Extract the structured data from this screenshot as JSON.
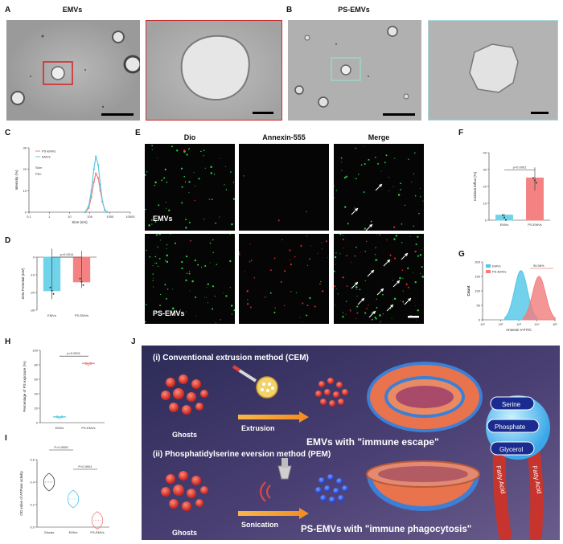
{
  "panels": {
    "A": {
      "label": "A",
      "title": "EMVs"
    },
    "B": {
      "label": "B",
      "title": "PS-EMVs"
    },
    "C": {
      "label": "C"
    },
    "D": {
      "label": "D"
    },
    "E": {
      "label": "E",
      "columns": [
        "Dio",
        "Annexin-555",
        "Merge"
      ],
      "rows": [
        "EMVs",
        "PS-EMVs"
      ]
    },
    "F": {
      "label": "F"
    },
    "G": {
      "label": "G"
    },
    "H": {
      "label": "H"
    },
    "I": {
      "label": "I"
    },
    "J": {
      "label": "J"
    }
  },
  "schematic": {
    "method1": "(i) Conventional extrusion method (CEM)",
    "method2": "(ii) Phosphatidylserine eversion method (PEM)",
    "ghosts1": "Ghosts",
    "ghosts2": "Ghosts",
    "extrusion": "Extrusion",
    "sonication": "Sonication",
    "result1": "EMVs with \"immune escape\"",
    "result2": "PS-EMVs with \"immune phagocytosis\"",
    "serine": "Serine",
    "phosphate": "Phosphate",
    "glycerol": "Glycerol",
    "fatty1": "Fatty Acid",
    "fatty2": "Fatty Acid"
  },
  "chart_data": [
    {
      "panel": "C",
      "type": "line",
      "xlabel": "Size (nm)",
      "ylabel": "Intensity (%)",
      "x_scale": "log",
      "xlim": [
        0.1,
        10000
      ],
      "ylim": [
        0,
        30
      ],
      "x_ticks": [
        "0.1",
        "1",
        "10",
        "100",
        "1000",
        "10000"
      ],
      "y_ticks": [
        "0",
        "10",
        "20",
        "30"
      ],
      "legend": [
        "PS-EMVs",
        "EMVs"
      ],
      "annotation": [
        "Size: ",
        "PDI: "
      ],
      "series": [
        {
          "name": "PS-EMVs",
          "color": "#f08080",
          "x": [
            60,
            90,
            120,
            160,
            200,
            260,
            330,
            420,
            550,
            700
          ],
          "y": [
            0,
            2,
            7,
            14,
            18,
            16,
            10,
            5,
            1,
            0
          ]
        },
        {
          "name": "EMVs",
          "color": "#5fc8e0",
          "x": [
            60,
            90,
            120,
            160,
            200,
            260,
            330,
            420,
            550,
            700
          ],
          "y": [
            0,
            3,
            10,
            20,
            26,
            22,
            13,
            5,
            1,
            0
          ]
        }
      ]
    },
    {
      "panel": "D",
      "type": "bar",
      "ylabel": "Zeta Potential (mV)",
      "categories": [
        "EMVs",
        "PS-EMVs"
      ],
      "values": [
        -19,
        -14
      ],
      "ylim": [
        -30,
        0
      ],
      "y_ticks": [
        "0",
        "-10",
        "-20",
        "-30"
      ],
      "significance": "p=0.0014",
      "colors": [
        "#6fd3ea",
        "#f48282"
      ]
    },
    {
      "panel": "F",
      "type": "bar",
      "ylabel": "Calcium influx (%)",
      "categories": [
        "EMVs",
        "PS-EMVs"
      ],
      "values": [
        3,
        25
      ],
      "ylim": [
        0,
        40
      ],
      "y_ticks": [
        "0",
        "10",
        "20",
        "30",
        "40"
      ],
      "significance": "p<0.0001",
      "colors": [
        "#6fd3ea",
        "#f48282"
      ]
    },
    {
      "panel": "G",
      "type": "area",
      "xlabel": "Annexin V-FITC",
      "ylabel": "Count",
      "x_scale": "log",
      "x_ticks": [
        "10¹",
        "10²",
        "10³",
        "10⁴",
        "10⁵"
      ],
      "y_ticks": [
        "0",
        "50",
        "100",
        "150",
        "200"
      ],
      "ylim": [
        0,
        200
      ],
      "annotation": "95.98%",
      "series": [
        {
          "name": "EMVs",
          "color": "#4fc6e6"
        },
        {
          "name": "PS-EMVs",
          "color": "#f37c7c"
        }
      ]
    },
    {
      "panel": "H",
      "type": "scatter",
      "ylabel": "Percentage of PS exposure (%)",
      "categories": [
        "EMVs",
        "PS-EMVs"
      ],
      "values": [
        8,
        82
      ],
      "ylim": [
        0,
        100
      ],
      "y_ticks": [
        "0",
        "20",
        "40",
        "60",
        "80",
        "100"
      ],
      "significance": "p<0.0001"
    },
    {
      "panel": "I",
      "type": "violin",
      "ylabel": "OD value of ATPase activity",
      "categories": [
        "Ghosts",
        "EMVs",
        "PS-EMVs"
      ],
      "values": [
        0.4,
        0.25,
        0.06
      ],
      "ylim": [
        0,
        0.6
      ],
      "y_ticks": [
        "0.0",
        "0.2",
        "0.4",
        "0.6"
      ],
      "significance": [
        "P=0.0005",
        "P<0.0001"
      ]
    }
  ]
}
